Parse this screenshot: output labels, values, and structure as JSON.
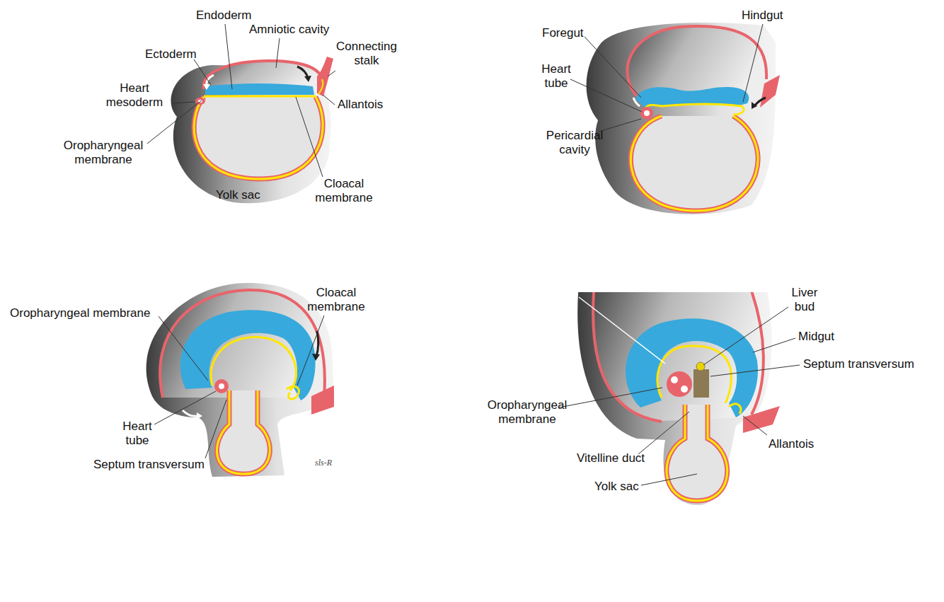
{
  "diagram": {
    "labels": [
      "Endoderm",
      "Amniotic cavity",
      "Ectoderm",
      "Connecting stalk",
      "Heart mesoderm",
      "Allantois",
      "Oropharyngeal membrane",
      "Yolk sac",
      "Cloacal membrane",
      "Hindgut",
      "Foregut",
      "Heart tube",
      "Pericardial cavity",
      "Cloacal membrane",
      "Oropharyngeal membrane",
      "Heart tube",
      "Septum transversum",
      "sls-R",
      "Liver bud",
      "Midgut",
      "Septum transversum",
      "Oropharyngeal membrane",
      "Allantois",
      "Vitelline duct",
      "Yolk sac"
    ]
  }
}
